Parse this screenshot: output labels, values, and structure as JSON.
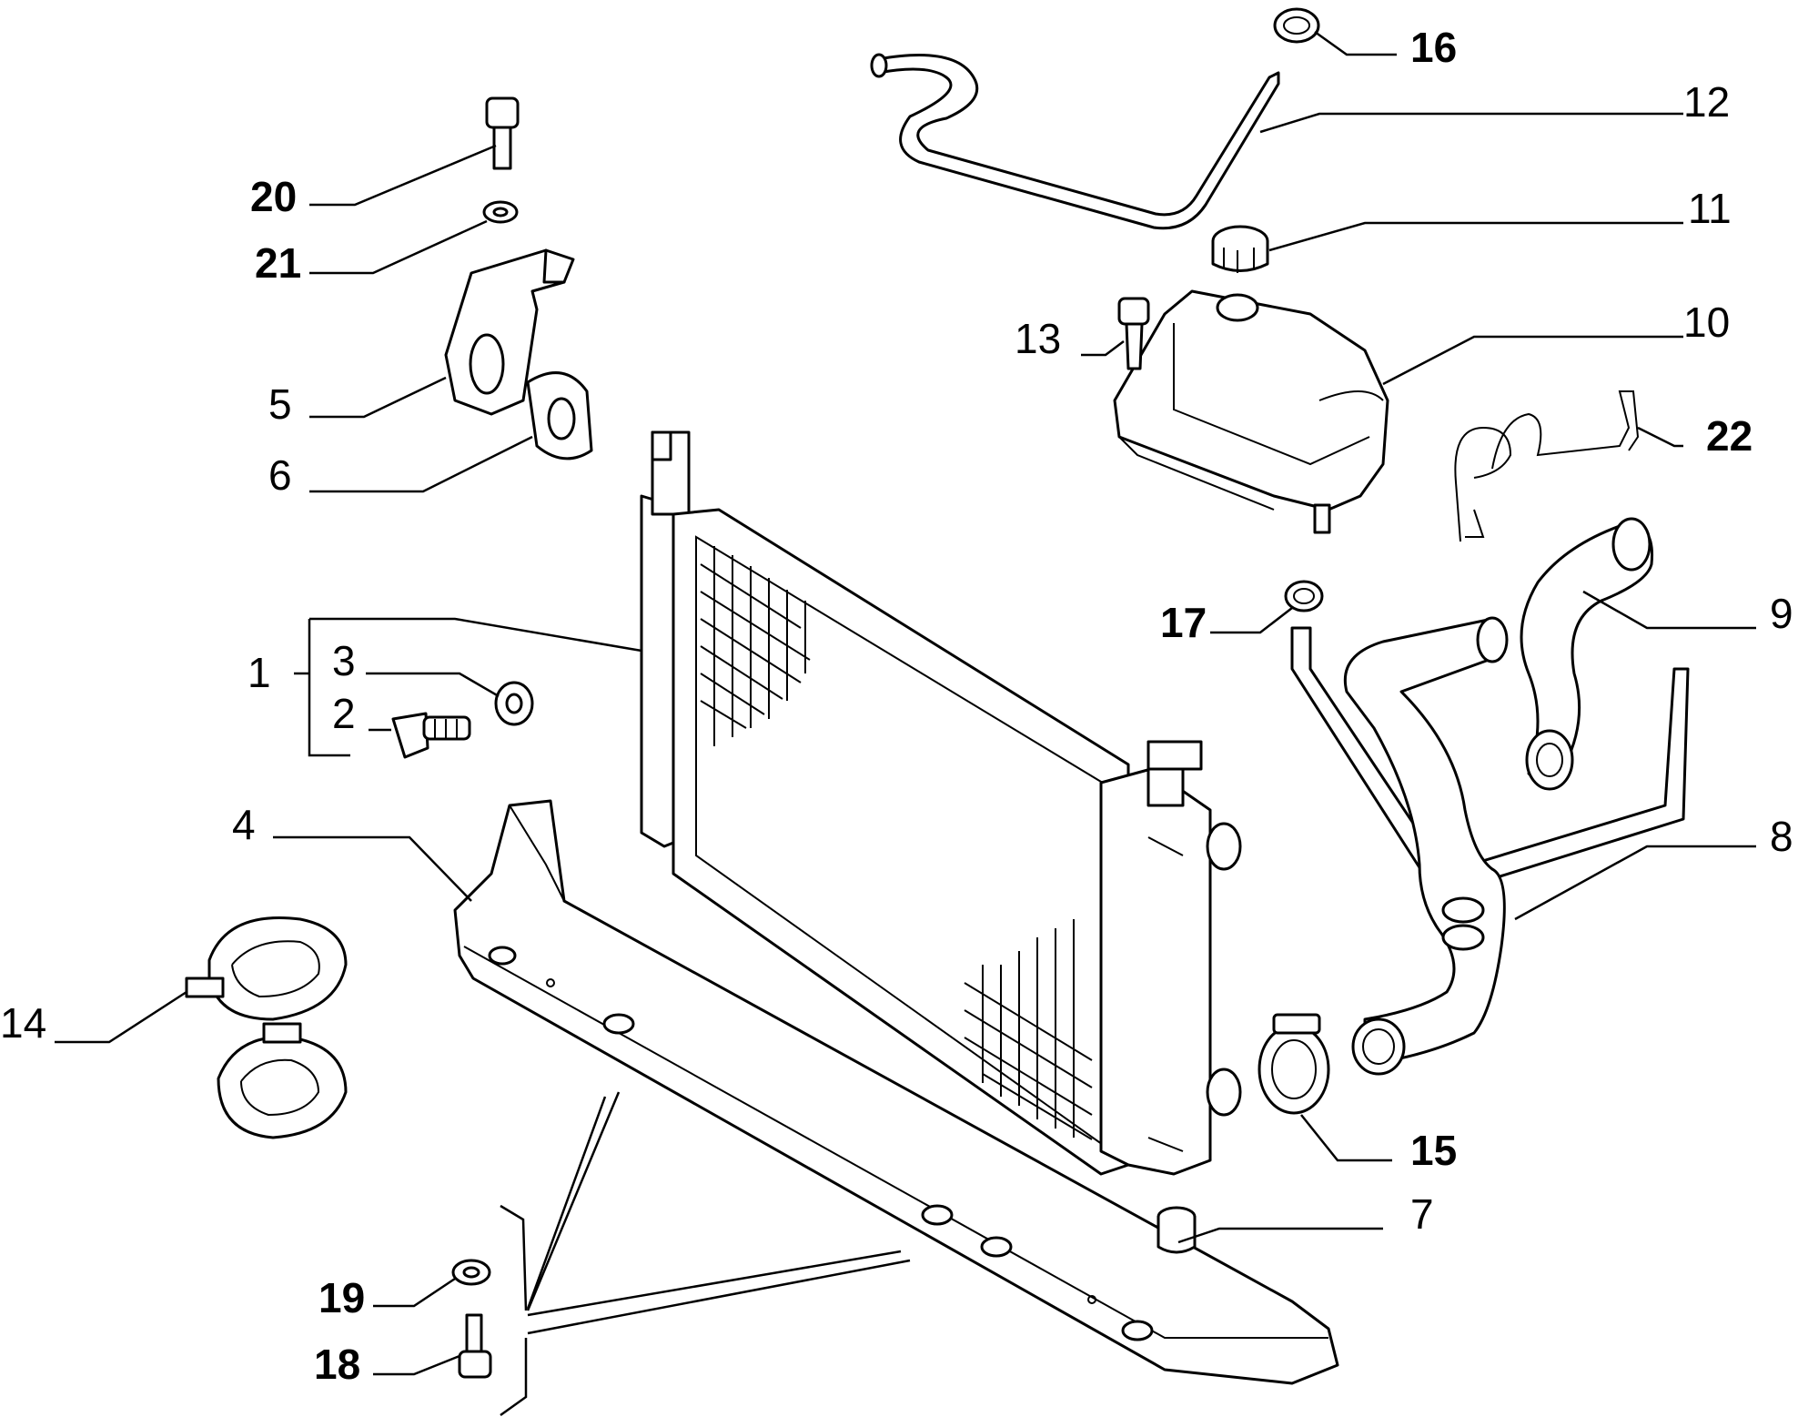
{
  "diagram": {
    "callouts": [
      {
        "id": "1",
        "text": "1",
        "bold": false
      },
      {
        "id": "2",
        "text": "2",
        "bold": false
      },
      {
        "id": "3",
        "text": "3",
        "bold": false
      },
      {
        "id": "4",
        "text": "4",
        "bold": false
      },
      {
        "id": "5",
        "text": "5",
        "bold": false
      },
      {
        "id": "6",
        "text": "6",
        "bold": false
      },
      {
        "id": "7",
        "text": "7",
        "bold": false
      },
      {
        "id": "8",
        "text": "8",
        "bold": false
      },
      {
        "id": "9",
        "text": "9",
        "bold": false
      },
      {
        "id": "10",
        "text": "10",
        "bold": false
      },
      {
        "id": "11",
        "text": "11",
        "bold": false
      },
      {
        "id": "12",
        "text": "12",
        "bold": false
      },
      {
        "id": "13",
        "text": "13",
        "bold": false
      },
      {
        "id": "14",
        "text": "14",
        "bold": false
      },
      {
        "id": "15",
        "text": "15",
        "bold": true
      },
      {
        "id": "16",
        "text": "16",
        "bold": true
      },
      {
        "id": "17",
        "text": "17",
        "bold": true
      },
      {
        "id": "18",
        "text": "18",
        "bold": true
      },
      {
        "id": "19",
        "text": "19",
        "bold": true
      },
      {
        "id": "20",
        "text": "20",
        "bold": true
      },
      {
        "id": "21",
        "text": "21",
        "bold": true
      },
      {
        "id": "22",
        "text": "22",
        "bold": true
      }
    ]
  }
}
